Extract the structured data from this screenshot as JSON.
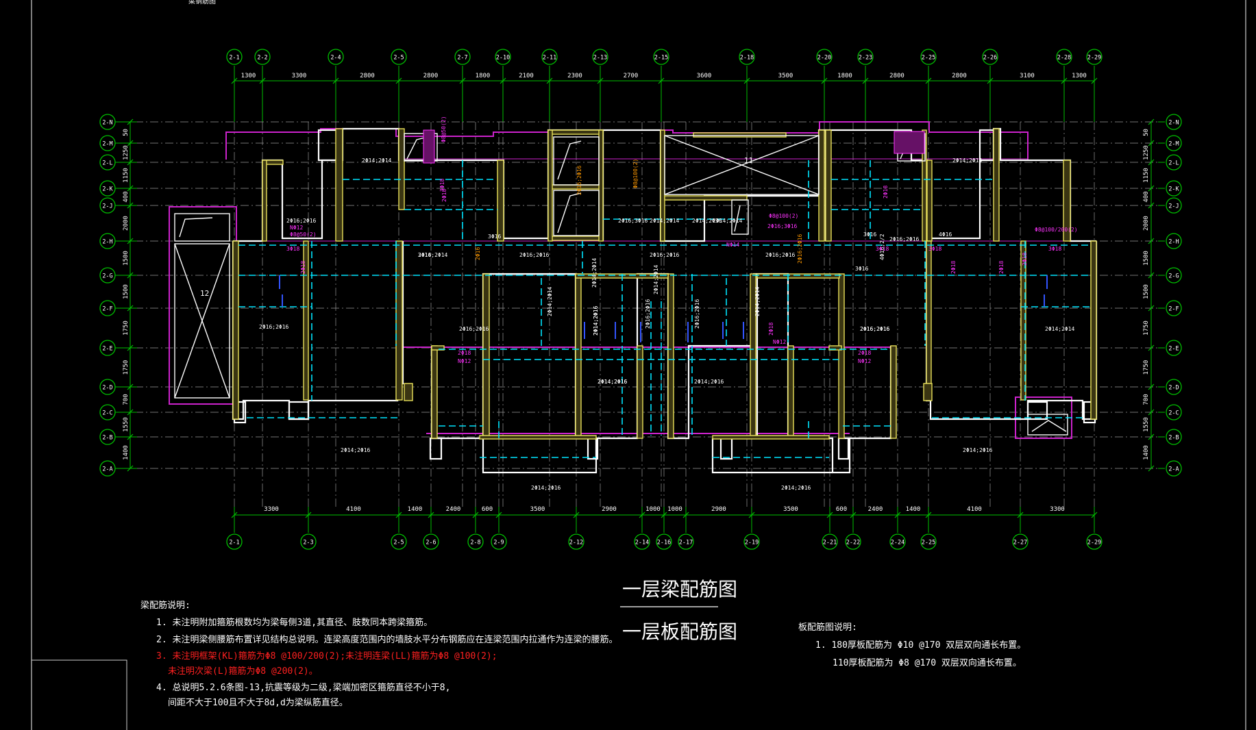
{
  "colors": {
    "background": "#000000",
    "axis": "#00c000",
    "grid": "#9a9a9a",
    "wall": "#ffffff",
    "hatch": "#e8e05a",
    "beam": "#00e5ff",
    "rebar": "#ff33ff",
    "note": "#ffffff",
    "note_alert": "#ff2020",
    "orange": "#ff9900",
    "magenta_line": "#cc22cc"
  },
  "top_cut_text": "梁钢筋图",
  "axes": {
    "top_labels": [
      "2-1",
      "2-2",
      "2-4",
      "2-5",
      "2-7",
      "2-10",
      "2-11",
      "2-13",
      "2-15",
      "2-18",
      "2-20",
      "2-23",
      "2-25",
      "2-26",
      "2-28",
      "2-29"
    ],
    "top_dims": [
      "1300",
      "3300",
      "2800",
      "2800",
      "1800",
      "2100",
      "2300",
      "2700",
      "3600",
      "3500",
      "1800",
      "2800",
      "2800",
      "3100",
      "1300"
    ],
    "bottom_labels": [
      "2-1",
      "2-3",
      "2-5",
      "2-6",
      "2-8",
      "2-9",
      "2-12",
      "2-14",
      "2-16",
      "2-17",
      "2-19",
      "2-21",
      "2-22",
      "2-24",
      "2-25",
      "2-27",
      "2-29"
    ],
    "bottom_dims": [
      "3300",
      "4100",
      "1400",
      "2400",
      "600",
      "3500",
      "2900",
      "1000",
      "1000",
      "2900",
      "3500",
      "600",
      "2400",
      "1400",
      "4100",
      "3300"
    ],
    "row_labels": [
      "2-N",
      "2-M",
      "2-L",
      "2-K",
      "2-J",
      "2-H",
      "2-G",
      "2-F",
      "2-E",
      "2-D",
      "2-C",
      "2-B",
      "2-A"
    ],
    "row_dims": [
      "50",
      "1250",
      "1150",
      "400",
      "2000",
      "1500",
      "1500",
      "1750",
      "1750",
      "700",
      "1550",
      "1400"
    ]
  },
  "titles": {
    "beam_title": "一层梁配筋图",
    "slab_title": "一层板配筋图"
  },
  "beam_notes": {
    "heading": "梁配筋说明:",
    "items": [
      "1. 未注明附加箍筋根数均为梁每侧3道,其直径、肢数同本跨梁箍筋。",
      "2. 未注明梁侧腰筋布置详见结构总说明。连梁高度范围内的墙肢水平分布钢筋应在连梁范围内拉通作为连梁的腰筋。",
      "3. 未注明框架(KL)箍筋为Φ8 @100/200(2);未注明连梁(LL)箍筋为Φ8 @100(2);",
      "未注明次梁(L)箍筋为Φ8 @200(2)。",
      "4. 总说明5.2.6条图-13,抗震等级为二级,梁端加密区箍筋直径不小于8,",
      "间距不大于100且不大于8d,d为梁纵筋直径。"
    ]
  },
  "slab_notes": {
    "heading": "板配筋图说明:",
    "items": [
      "1. 180厚板配筋为 Φ10 @170 双层双向通长布置。",
      "110厚板配筋为 Φ8 @170 双层双向通长布置。"
    ]
  },
  "annotations": {
    "cyan": [
      "2Φ14;2Φ14",
      "2Φ16;2Φ16",
      "2Φ16;2Φ16",
      "3Φ16",
      "2Φ14;2Φ14",
      "2Φ16;2Φ16",
      "3Φ16",
      "2Φ16;2Φ16",
      "2Φ14;2Φ14",
      "2Φ14;2Φ14",
      "2Φ14;2Φ16",
      "2Φ14;2Φ16",
      "2Φ14;2Φ16",
      "2Φ14;2Φ16",
      "2Φ16;3Φ16",
      "2Φ16;2Φ16",
      "2Φ16;2Φ16",
      "4Φ16;2/2",
      "3Φ16",
      "2Φ16;2Φ16",
      "2Φ16;2Φ16",
      "2Φ16;2Φ16",
      "2Φ14;2Φ14",
      "2Φ14;2Φ14",
      "2Φ14;2Φ14",
      "2Φ14;2Φ14",
      "2Φ14;2Φ16",
      "2Φ14;2Φ16",
      "4Φ16",
      "3Φ16",
      "2Φ14;2Φ14",
      "2Φ14;2Φ14",
      "2Φ16;2Φ16",
      "2Φ16;2Φ16",
      "2Φ14;2Φ16",
      "2Φ14;2Φ16",
      "2Φ14;2Φ16",
      "2Φ14;2Φ16"
    ],
    "magenta": [
      "Φ8@50(2)",
      "3Φ18",
      "2Φ18",
      "3Φ18",
      "2Φ18",
      "2Φ18",
      "NΦ12",
      "Φ8@100(2)",
      "2Φ16;3Φ16",
      "NΦ14",
      "3Φ18",
      "2Φ18",
      "2Φ18",
      "3Φ18",
      "Φ8@100/200(2)",
      "2Φ18",
      "NΦ12",
      "2Φ18",
      "NΦ12",
      "2Φ18",
      "NΦ12",
      "Φ8@50(2)",
      "3Φ18",
      "2Φ18"
    ],
    "orange": [
      "Φ8@100(2)",
      "2Φ16",
      "2Φ16;2Φ16",
      "2Φ16;2Φ16"
    ],
    "room_numbers": [
      "12",
      "11"
    ]
  }
}
